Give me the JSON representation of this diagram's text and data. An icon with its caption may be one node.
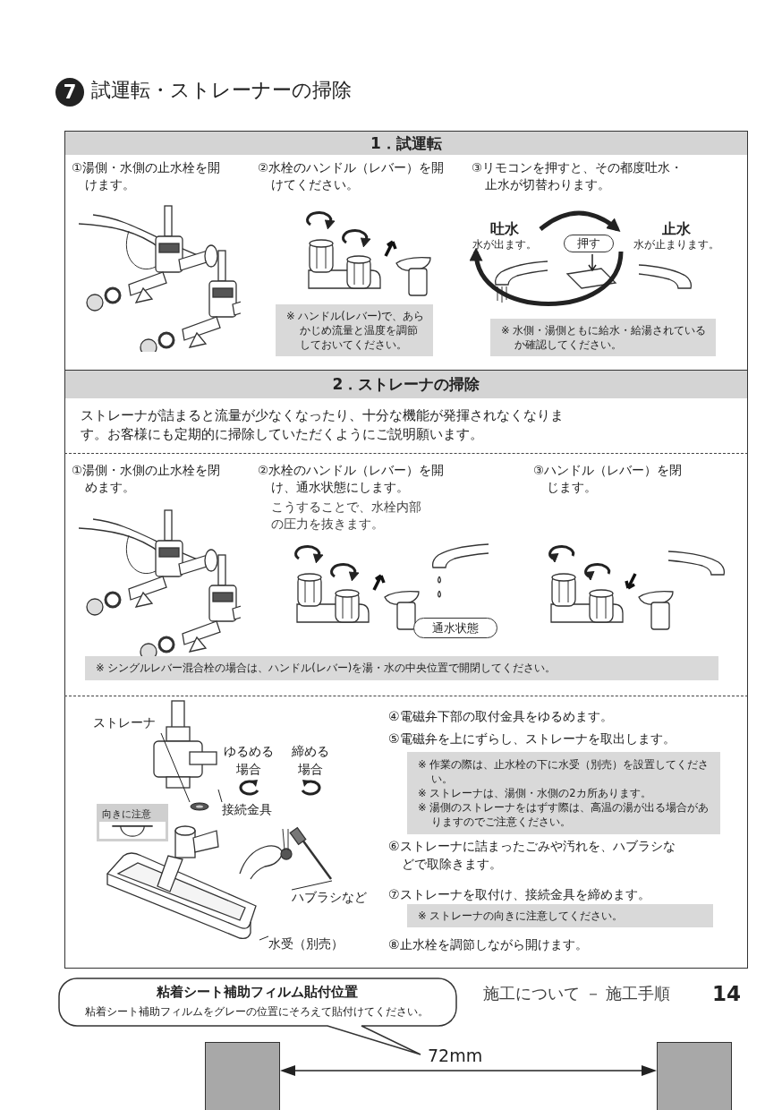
{
  "diagram": {
    "title": "試運転・ストレーナーの掃除",
    "nodes": [
      {
        "text": [],
        "shape": "box"
      },
      {
        "text": [
          "1．試運転"
        ],
        "in": 0
      },
      {
        "text": [
          "吐水",
          "水が出ます。"
        ],
        "in": 0
      },
      {
        "text": [
          "押す"
        ],
        "in": 0
      },
      {
        "text": [
          "止水",
          "水が止まります。"
        ],
        "in": 0
      },
      {
        "text": [
          "※ ハンドル(レバー)で、あらかじめ流量と温度を調節しておいてください。"
        ],
        "in": 0
      },
      {
        "text": [
          "※ 水側・湯側ともに給水・給湯されているか確認してください。"
        ],
        "in": 0
      },
      {
        "text": [
          "2．ストレーナの掃除"
        ],
        "in": 0
      },
      {
        "text": [
          "通水状態"
        ],
        "in": 0
      },
      {
        "text": [
          "※ シングルレバー混合栓の場合は、ハンドル(レバー)を湯・水の中央位置で開閉してください。"
        ],
        "in": 0
      },
      {
        "text": [
          "ストレーナ"
        ],
        "in": 0
      },
      {
        "text": [
          "向きに注意"
        ],
        "in": 0
      },
      {
        "text": [
          "接続金具"
        ],
        "in": 0
      },
      {
        "text": [
          "※ 作業の際は、止水栓の下に水受（別売）を設置してください。",
          "※ ストレーナは、湯側・水側の2カ所あります。",
          "※ 湯側のストレーナをはずす際は、高温の湯が出る場合がありますのでご注意ください。"
        ],
        "in": 0
      },
      {
        "text": [
          "ハブラシなど"
        ],
        "in": 0
      },
      {
        "text": [
          "※ ストレーナの向きに注意してください。"
        ],
        "in": 0
      },
      {
        "text": [
          "水受（別売）"
        ],
        "in": 0
      },
      {
        "text": [
          "粘着シート補助フィルム貼付位置",
          "粘着シート補助フィルムをグレーの位置にそろえて貼付けてください。"
        ]
      },
      {
        "text": [],
        "shape": "picture",
        "in": 0
      },
      {
        "text": [],
        "shape": "picture",
        "in": 0
      },
      {
        "text": [],
        "shape": "picture",
        "in": 0
      },
      {
        "text": [],
        "shape": "picture",
        "in": 0
      },
      {
        "text": [],
        "shape": "box"
      },
      {
        "text": [],
        "shape": "box"
      }
    ],
    "edges": [
      {
        "from": 2,
        "to": 4,
        "arrow": "to",
        "style": "thick"
      },
      {
        "from": 4,
        "to": 2,
        "arrow": "to",
        "style": "thick"
      },
      {
        "from": 10,
        "to": 18,
        "arrow": "none"
      },
      {
        "from": 12,
        "to": 19,
        "arrow": "none"
      },
      {
        "from": 14,
        "to": 20,
        "arrow": "none"
      },
      {
        "from": 16,
        "to": 21,
        "arrow": "none"
      }
    ],
    "labels": [
      "7",
      "①湯側・水側の止水栓を開けます。",
      "②水栓のハンドル（レバー）を開けてください。",
      "③リモコンを押すと、その都度吐水・止水が切替わります。",
      "ストレーナが詰まると流量が少なくなったり、十分な機能が発揮されなくなります。お客様にも定期的に掃除していただくようにご説明願います。",
      "①湯側・水側の止水栓を閉めます。",
      "②水栓のハンドル（レバー）を開け、通水状態にします。",
      "こうすることで、水栓内部の圧力を抜きます。",
      "③ハンドル（レバー）を閉じます。",
      "ゆるめる場合",
      "締める場合",
      "④電磁弁下部の取付金具をゆるめます。",
      "⑤電磁弁を上にずらし、ストレーナを取出します。",
      "⑥ストレーナに詰まったごみや汚れを、ハブラシなどで取除きます。",
      "⑦ストレーナを取付け、接続金具を締めます。",
      "⑧止水栓を調節しながら開けます。",
      "施工について － 施工手順",
      "14",
      "72mm"
    ]
  }
}
